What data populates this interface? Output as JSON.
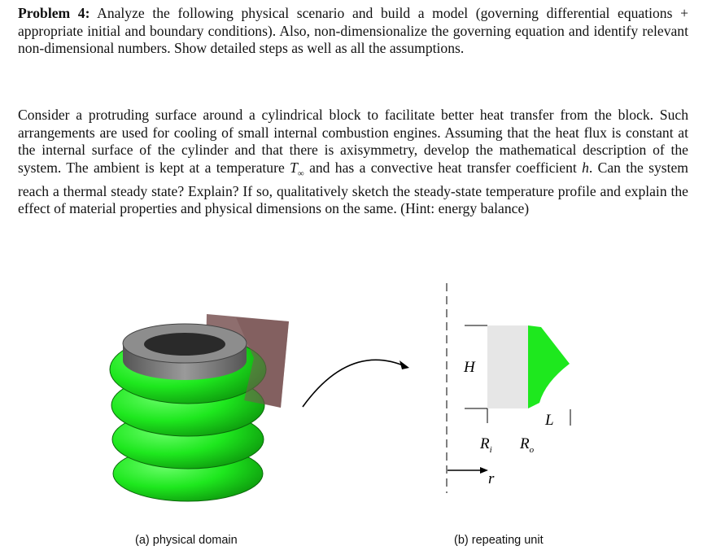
{
  "problem": {
    "label": "Problem 4:",
    "statement": "Analyze the following physical scenario and build a model (governing differential equations + appropriate initial and boundary conditions). Also, non-dimensionalize the governing equation and identify relevant non-dimensional numbers. Show detailed steps as well as all the assumptions."
  },
  "scenario": {
    "text_before_T": "Consider a protruding surface around a cylindrical block to facilitate better heat transfer from the block. Such arrangements are used for cooling of small internal combustion engines. Assuming that the heat flux is constant at the internal surface of the cylinder and that there is axisymmetry, develop the mathematical description of the system. The ambient is kept at a temperature ",
    "T_symbol": "T",
    "T_sub": "∞",
    "text_mid": " and has a convective heat transfer coefficient ",
    "h_symbol": "h",
    "text_after": ". Can the system reach a thermal steady state? Explain? If so, qualitatively sketch the steady-state temperature profile and explain the effect of material properties and physical dimensions on the same. (Hint: energy balance)"
  },
  "figure": {
    "caption_a": "(a) physical domain",
    "caption_b": "(b) repeating unit",
    "H": "H",
    "L": "L",
    "Ri_main": "R",
    "Ri_sub": "i",
    "Ro_main": "R",
    "Ro_sub": "o",
    "r": "r",
    "colors": {
      "fin": "#1ee81e",
      "fin_dark": "#0a7a0a",
      "cylinder": "#777777",
      "section_plane": "#7a5555",
      "unit_block": "#e6e6e6"
    }
  }
}
